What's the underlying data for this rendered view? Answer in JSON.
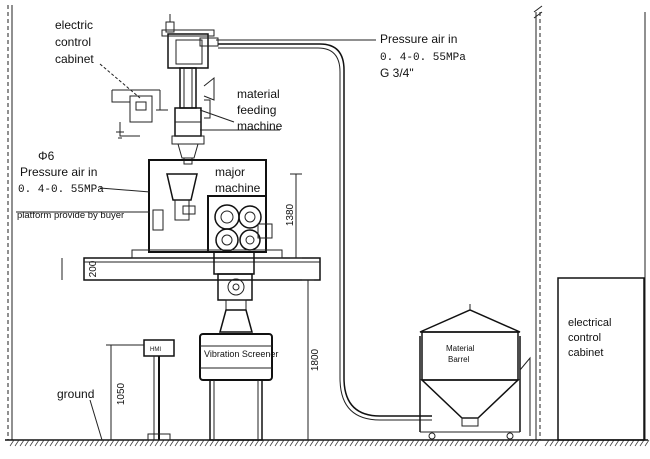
{
  "labels": {
    "electric_cabinet_top": [
      "electric",
      "control",
      "cabinet"
    ],
    "pressure_air_top": [
      "Pressure air in",
      "0. 4-0. 55MPa",
      "G 3/4\""
    ],
    "material_feeding": [
      "material",
      "feeding",
      "machine"
    ],
    "phi6": "Φ6",
    "pressure_air_left": [
      "Pressure air in",
      "0. 4-0. 55MPa"
    ],
    "major_machine": [
      "major",
      "machine"
    ],
    "platform": "platform provide by buyer",
    "hmi": "HMI",
    "vibration_screener": "Vibration Screener",
    "ground": "ground",
    "material_barrel": [
      "Material",
      "Barrel"
    ],
    "electrical_cabinet_right": [
      "electrical",
      "control",
      "cabinet"
    ]
  },
  "dimensions": {
    "d1380": "1380",
    "d200": "200",
    "d1800": "1800",
    "d1050": "1050"
  }
}
